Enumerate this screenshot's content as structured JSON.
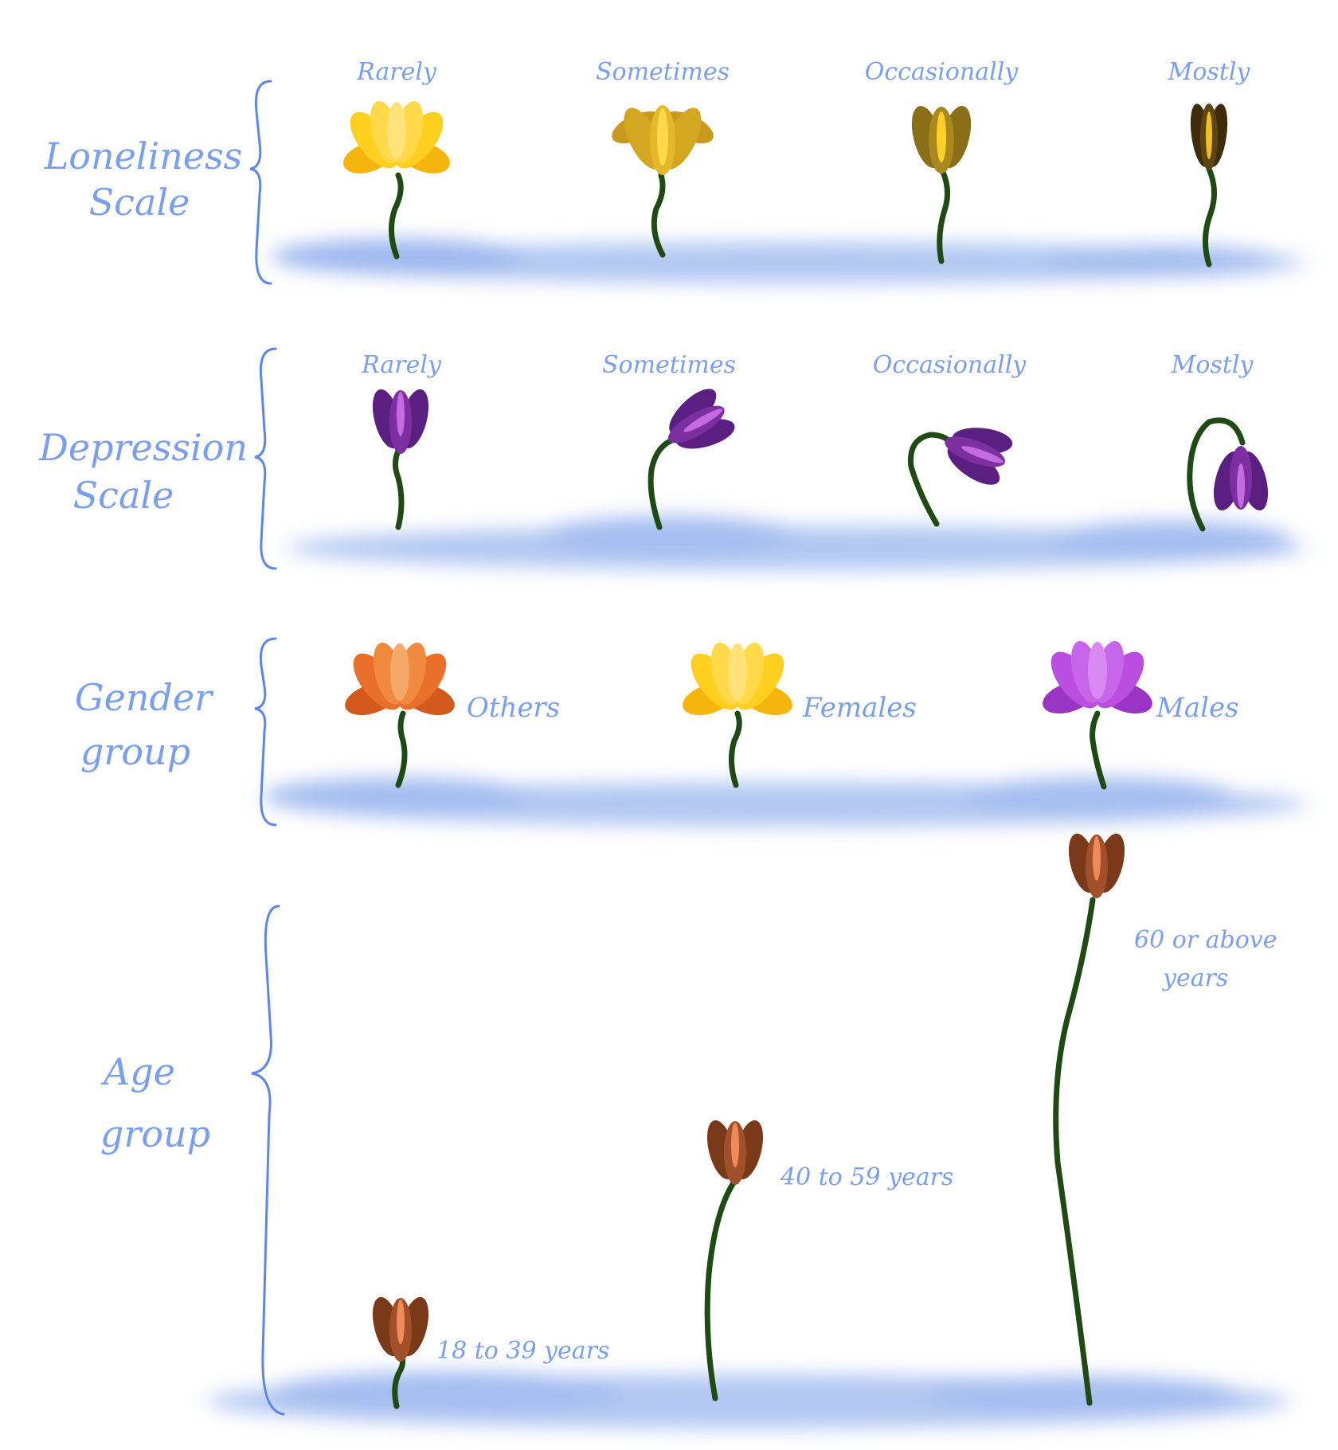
{
  "rows": {
    "loneliness": {
      "label_lines": [
        "Loneliness",
        "Scale"
      ],
      "levels": [
        "Rarely",
        "Sometimes",
        "Occasionally",
        "Mostly"
      ],
      "colors": [
        "#ffcf1f",
        "#d4a723",
        "#a98820",
        "#5e4612"
      ]
    },
    "depression": {
      "label_lines": [
        "Depression",
        "Scale"
      ],
      "levels": [
        "Rarely",
        "Sometimes",
        "Occasionally",
        "Mostly"
      ],
      "color": "#7b2fa0",
      "droop": [
        "upright",
        "tilted",
        "drooping",
        "hanging"
      ]
    },
    "gender": {
      "label_lines": [
        "Gender",
        "group"
      ],
      "categories": [
        {
          "label": "Others",
          "color": "#e8702a"
        },
        {
          "label": "Females",
          "color": "#ffcf1f"
        },
        {
          "label": "Males",
          "color": "#b94ee0"
        }
      ]
    },
    "age": {
      "label_lines": [
        "Age",
        "group"
      ],
      "groups": [
        "18 to 39 years",
        "40 to 59 years",
        "60 or above years"
      ],
      "stem_height": [
        "short",
        "medium",
        "tall"
      ],
      "color": "#a0502a"
    }
  },
  "colors": {
    "text": "#7a9ef0",
    "brace": "#5d86ec",
    "stem": "#1f4a14",
    "water": "#b3c8f2"
  }
}
